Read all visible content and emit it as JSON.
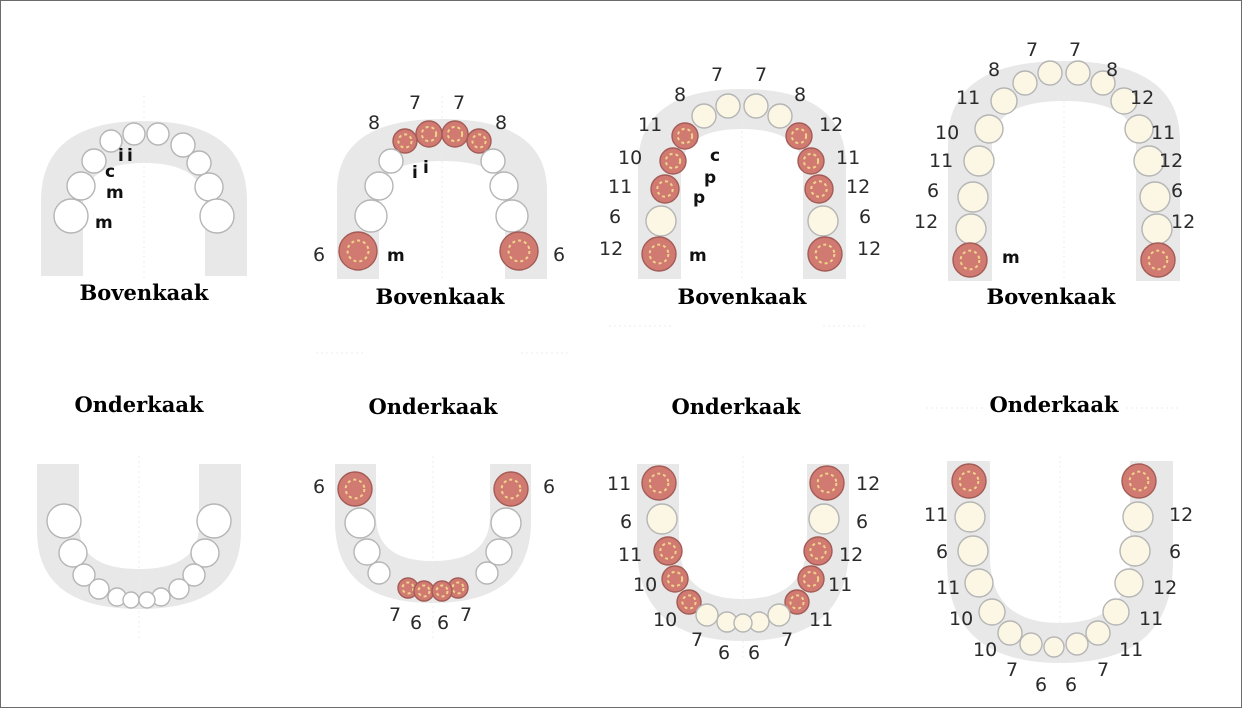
{
  "captions": {
    "upper": "Bovenkaak",
    "lower": "Onderkaak"
  },
  "colors": {
    "gum": "#e8e8e8",
    "tooth_outline": "#b5b5b5",
    "tooth_white": "#ffffff",
    "tooth_cream": "#fbf7e4",
    "erupting_tooth": "#d07a72",
    "label": "#2b2b2b"
  },
  "panels": [
    {
      "upper_labels": [
        "i",
        "i",
        "c",
        "m",
        "m"
      ],
      "lower_labels": []
    },
    {
      "upper_labels": [
        "8",
        "7",
        "7",
        "8",
        "i",
        "i",
        "6",
        "m",
        "6"
      ],
      "lower_labels": [
        "6",
        "6",
        "7",
        "6",
        "6",
        "7"
      ]
    },
    {
      "upper_labels": [
        "8",
        "7",
        "7",
        "8",
        "11",
        "12",
        "10",
        "11",
        "11",
        "12",
        "6",
        "6",
        "12",
        "12",
        "c",
        "p",
        "p",
        "m"
      ],
      "lower_labels": [
        "11",
        "12",
        "6",
        "6",
        "11",
        "12",
        "10",
        "11",
        "10",
        "11",
        "7",
        "6",
        "6",
        "7"
      ]
    },
    {
      "upper_labels": [
        "7",
        "7",
        "8",
        "8",
        "11",
        "12",
        "10",
        "11",
        "11",
        "12",
        "6",
        "6",
        "12",
        "12",
        "m"
      ],
      "lower_labels": [
        "11",
        "12",
        "6",
        "6",
        "11",
        "12",
        "10",
        "11",
        "10",
        "11",
        "7",
        "6",
        "6",
        "7"
      ]
    }
  ]
}
